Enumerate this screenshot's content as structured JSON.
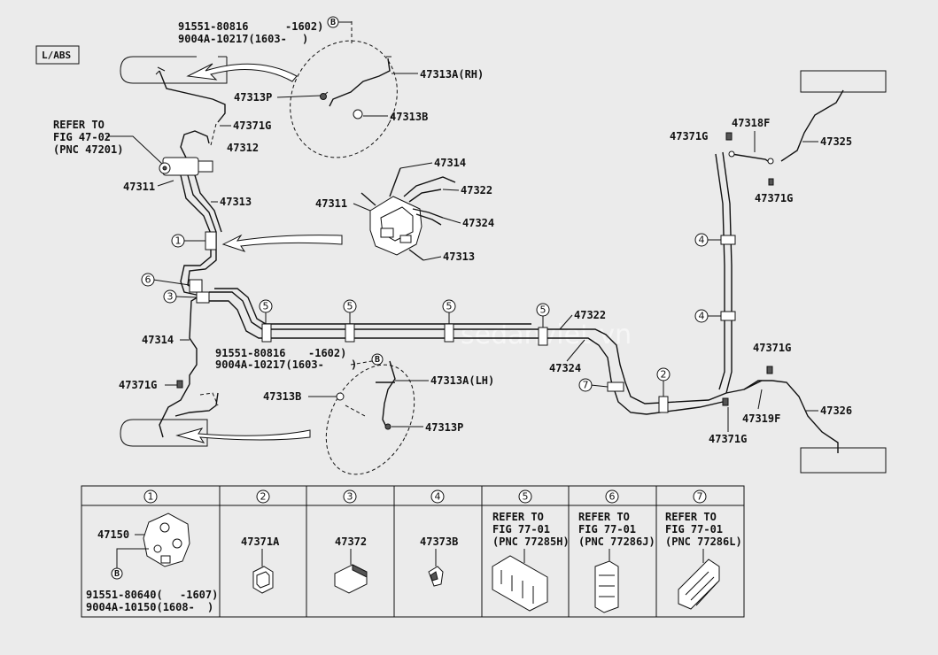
{
  "header": {
    "tag": "L/ABS"
  },
  "labels": {
    "top_ref_line1": "91551-80816",
    "top_ref_line1_range": "-1602)",
    "top_ref_line2": "9004A-10217(1603-",
    "top_ref_line2_end": ")",
    "p47313A_RH": "47313A(RH)",
    "p47313P_top": "47313P",
    "p47313B_top": "47313B",
    "p47371G_top": "47371G",
    "p47312": "47312",
    "refer_line1": "REFER TO",
    "refer_line2": "FIG 47-02",
    "refer_line3": "(PNC 47201)",
    "p47311_left": "47311",
    "p47313_left": "47313",
    "p47314_detail": "47314",
    "p47322_detail": "47322",
    "p47311_detail": "47311",
    "p47324_detail": "47324",
    "p47313_detail": "47313",
    "p47314_left": "47314",
    "mid_ref_line1": "91551-80816",
    "mid_ref_line1_range": "-1602)",
    "mid_ref_line2": "9004A-10217(1603-",
    "mid_ref_line2_end": ")",
    "p47371G_left": "47371G",
    "p47313A_LH": "47313A(LH)",
    "p47313B_bot": "47313B",
    "p47313P_bot": "47313P",
    "p47322_mid": "47322",
    "p47324_mid": "47324",
    "p47371G_r1": "47371G",
    "p47318F": "47318F",
    "p47325": "47325",
    "p47371G_r2": "47371G",
    "p47371G_r3": "47371G",
    "p47319F": "47319F",
    "p47326": "47326",
    "p47371G_r4": "47371G"
  },
  "callouts": [
    "1",
    "2",
    "3",
    "4",
    "5",
    "6",
    "7"
  ],
  "legend": {
    "cells": [
      {
        "num": "1",
        "part": "47150",
        "bolt": "B",
        "note1": "91551-80640(",
        "note1_range": "-1607)",
        "note2": "9004A-10150(1608-",
        "note2_end": ")"
      },
      {
        "num": "2",
        "part": "47371A"
      },
      {
        "num": "3",
        "part": "47372"
      },
      {
        "num": "4",
        "part": "47373B"
      },
      {
        "num": "5",
        "ref1": "REFER TO",
        "ref2": "FIG 77-01",
        "ref3": "(PNC 77285H)"
      },
      {
        "num": "6",
        "ref1": "REFER TO",
        "ref2": "FIG 77-01",
        "ref3": "(PNC 77286J)"
      },
      {
        "num": "7",
        "ref1": "REFER TO",
        "ref2": "FIG 77-01",
        "ref3": "(PNC 77286L)"
      }
    ]
  },
  "bolt_symbol": "B",
  "watermark": "sedanviet.vn"
}
